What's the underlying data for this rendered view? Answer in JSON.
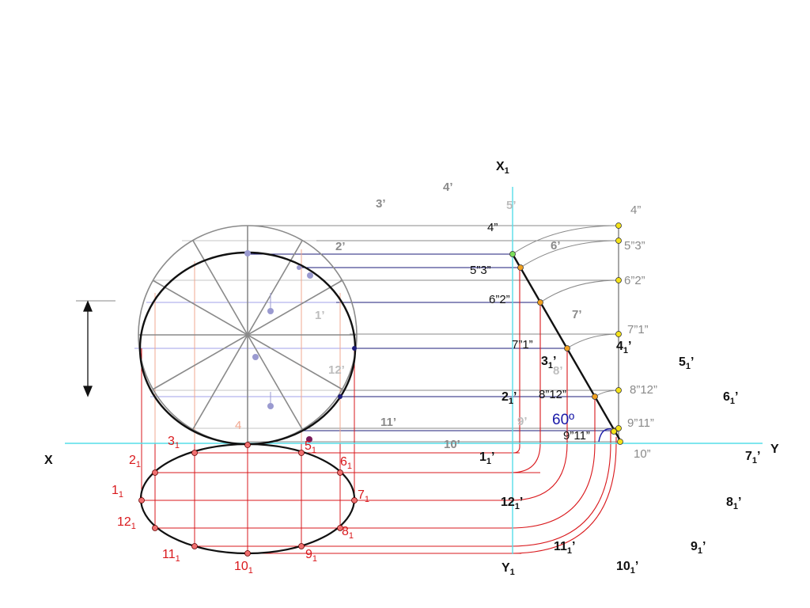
{
  "axes": {
    "x": "X",
    "y": "Y",
    "x1": "X",
    "y1": "Y",
    "sub": "1"
  },
  "angle": "60º",
  "colors": {
    "cyan": "#55dde8",
    "red": "#d9181c",
    "pink": "#f0a890",
    "navy": "#1c1c7a",
    "blue": "#1a1aa8",
    "gray": "#8a8a8a",
    "lightgray": "#bdbdbd",
    "yellow": "#f4e21a",
    "orange": "#f0a020",
    "dot": "#9a9ad0"
  },
  "sub1": "1",
  "labels": [
    {
      "text": "3’",
      "style": "gray"
    },
    {
      "text": "4’",
      "style": "gray"
    },
    {
      "text": "5’",
      "style": "lightgray"
    },
    {
      "text": "2’",
      "style": "gray"
    },
    {
      "text": "6’",
      "style": "gray"
    },
    {
      "text": "1’",
      "style": "lightgray"
    },
    {
      "text": "7’",
      "style": "gray"
    },
    {
      "text": "12’",
      "style": "lightgray"
    },
    {
      "text": "8’",
      "style": "lightgray"
    },
    {
      "text": "11’",
      "style": "gray"
    },
    {
      "text": "9’",
      "style": "gray"
    },
    {
      "text": "10’",
      "style": "gray"
    },
    {
      "text": "4",
      "style": "pink"
    },
    {
      "text": "4”",
      "style": "black"
    },
    {
      "text": "5”3”",
      "style": "black"
    },
    {
      "text": "6”2”",
      "style": "black"
    },
    {
      "text": "7”1”",
      "style": "black"
    },
    {
      "text": "8”12”",
      "style": "black"
    },
    {
      "text": "9”11”",
      "style": "black"
    },
    {
      "text": "4”",
      "style": "gray"
    },
    {
      "text": "5”3”",
      "style": "gray"
    },
    {
      "text": "6”2”",
      "style": "gray"
    },
    {
      "text": "7”1”",
      "style": "gray"
    },
    {
      "text": "8”12”",
      "style": "gray"
    },
    {
      "text": "9”11”",
      "style": "gray"
    },
    {
      "text": "10”",
      "style": "gray"
    }
  ],
  "red_labels": [
    "3",
    "2",
    "1",
    "12",
    "11",
    "10",
    "9",
    "8",
    "7",
    "6",
    "5"
  ],
  "true_labels": [
    "1",
    "2",
    "3",
    "4",
    "5",
    "6",
    "7",
    "8",
    "9",
    "10",
    "11",
    "12"
  ]
}
